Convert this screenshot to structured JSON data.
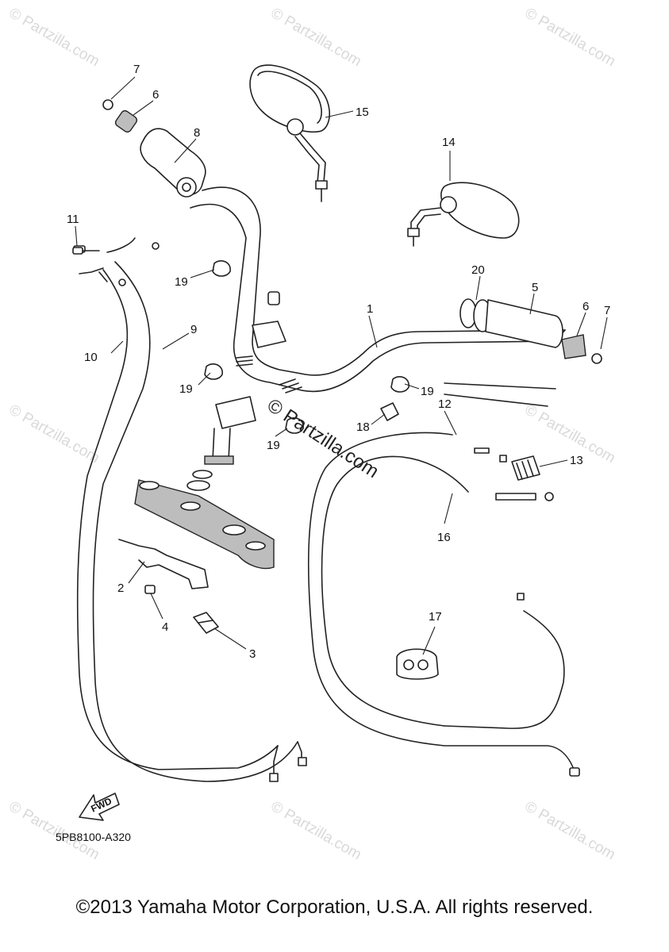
{
  "diagram_code": "5PB8100-A320",
  "fwd_label": "FWD",
  "copyright": "©2013 Yamaha Motor Corporation, U.S.A. All rights reserved.",
  "watermark": "© Partzilla.com",
  "callouts": {
    "c1": "1",
    "c2": "2",
    "c3": "3",
    "c4": "4",
    "c5": "5",
    "c6a": "6",
    "c6b": "6",
    "c7a": "7",
    "c7b": "7",
    "c8": "8",
    "c9": "9",
    "c10": "10",
    "c11": "11",
    "c12": "12",
    "c13": "13",
    "c14": "14",
    "c15": "15",
    "c16": "16",
    "c17": "17",
    "c18": "18",
    "c19a": "19",
    "c19b": "19",
    "c19c": "19",
    "c19d": "19",
    "c20": "20"
  }
}
